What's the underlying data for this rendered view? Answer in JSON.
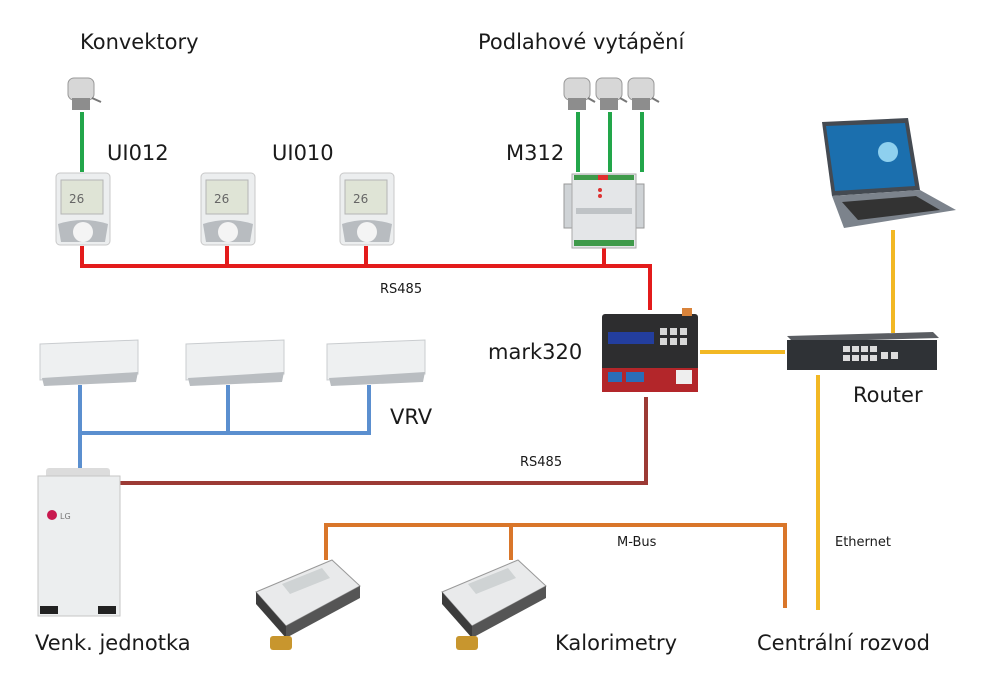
{
  "labels": {
    "konvektory": "Konvektory",
    "podlahove": "Podlahové vytápění",
    "ui012": "UI012",
    "ui010": "UI010",
    "m312": "M312",
    "rs485_top": "RS485",
    "mark320": "mark320",
    "router": "Router",
    "vrv": "VRV",
    "rs485_bottom": "RS485",
    "venk": "Venk. jednotka",
    "mbus": "M-Bus",
    "ethernet": "Ethernet",
    "kalorimetry": "Kalorimetry",
    "centralni": "Centrální rozvod"
  },
  "devices": {
    "thermostat_display": "26",
    "lg_brand": "LG"
  },
  "colors": {
    "rs485_top": "#e31b1b",
    "rs485_bottom": "#9c3a35",
    "actuator_wire": "#22a64a",
    "vrv_wire": "#5b8fcf",
    "mbus": "#d9762a",
    "ethernet": "#f2b824"
  }
}
